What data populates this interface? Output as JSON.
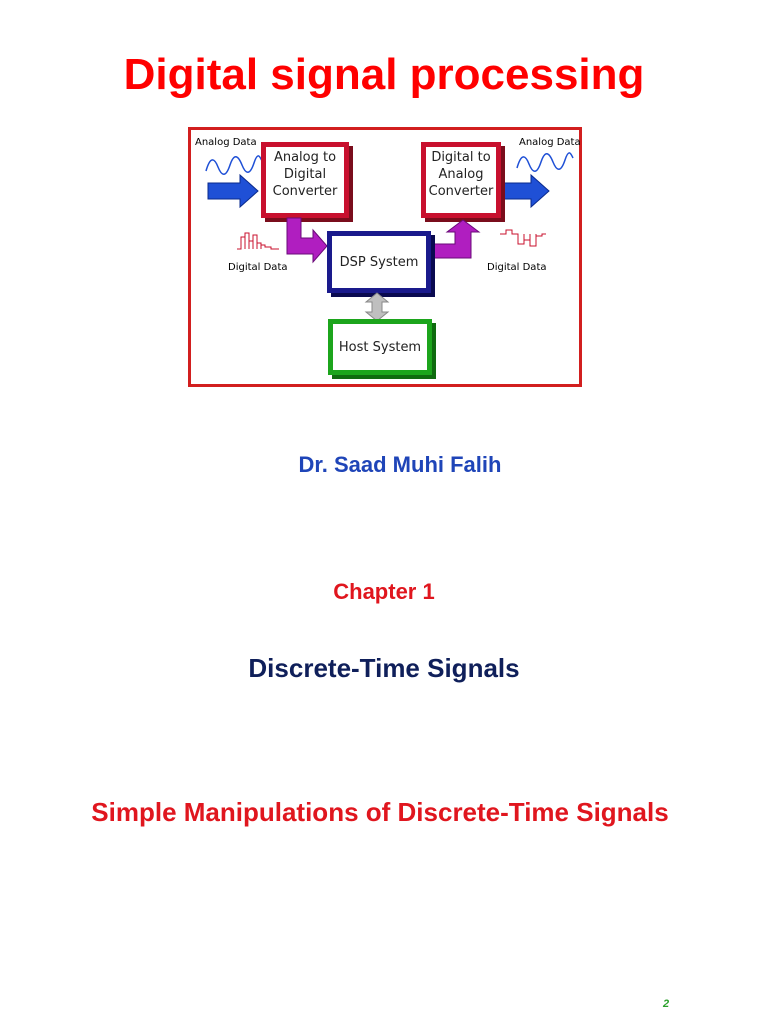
{
  "title": "Digital signal processing",
  "diagram": {
    "analog_data_left": "Analog Data",
    "analog_data_right": "Analog Data",
    "adc_label": "Analog to\nDigital\nConverter",
    "dac_label": "Digital to\nAnalog\nConverter",
    "digital_data_left": "Digital Data",
    "digital_data_right": "Digital Data",
    "dsp_label": "DSP System",
    "host_label": "Host System"
  },
  "author": "Dr. Saad Muhi Falih",
  "chapter": "Chapter 1",
  "subtitle": "Discrete-Time Signals",
  "topic": "Simple Manipulations of Discrete-Time Signals",
  "page_number": "2",
  "colors": {
    "title": "#ff0000",
    "author": "#1f45b8",
    "chapter": "#e0161e",
    "subtitle": "#0f1f5a",
    "frame": "#d21f1f",
    "adc_dac_border": "#c8102e",
    "dsp_border": "#1a1a8c",
    "host_border": "#1ca51c",
    "arrow_blue": "#1f50d6",
    "arrow_magenta": "#b01ec0"
  }
}
